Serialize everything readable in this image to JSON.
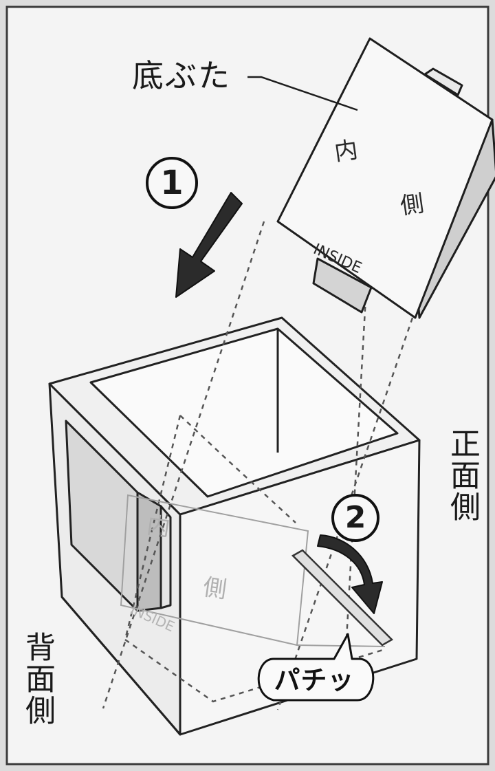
{
  "labels": {
    "bottom_lid": "底ぶた",
    "lid_inner_1": "内",
    "lid_inner_2": "側",
    "lid_inside": "INSIDE",
    "front_side": "正面側",
    "back_side": "背面側",
    "ghost_inner_1": "内",
    "ghost_inner_2": "側",
    "ghost_inside": "INSIDE"
  },
  "steps": [
    {
      "number": "1",
      "icon": "arrow-down-left-icon"
    },
    {
      "number": "2",
      "icon": "curved-arrow-icon"
    }
  ],
  "callout": {
    "text": "パチッ",
    "icon": "speech-bubble-icon"
  }
}
